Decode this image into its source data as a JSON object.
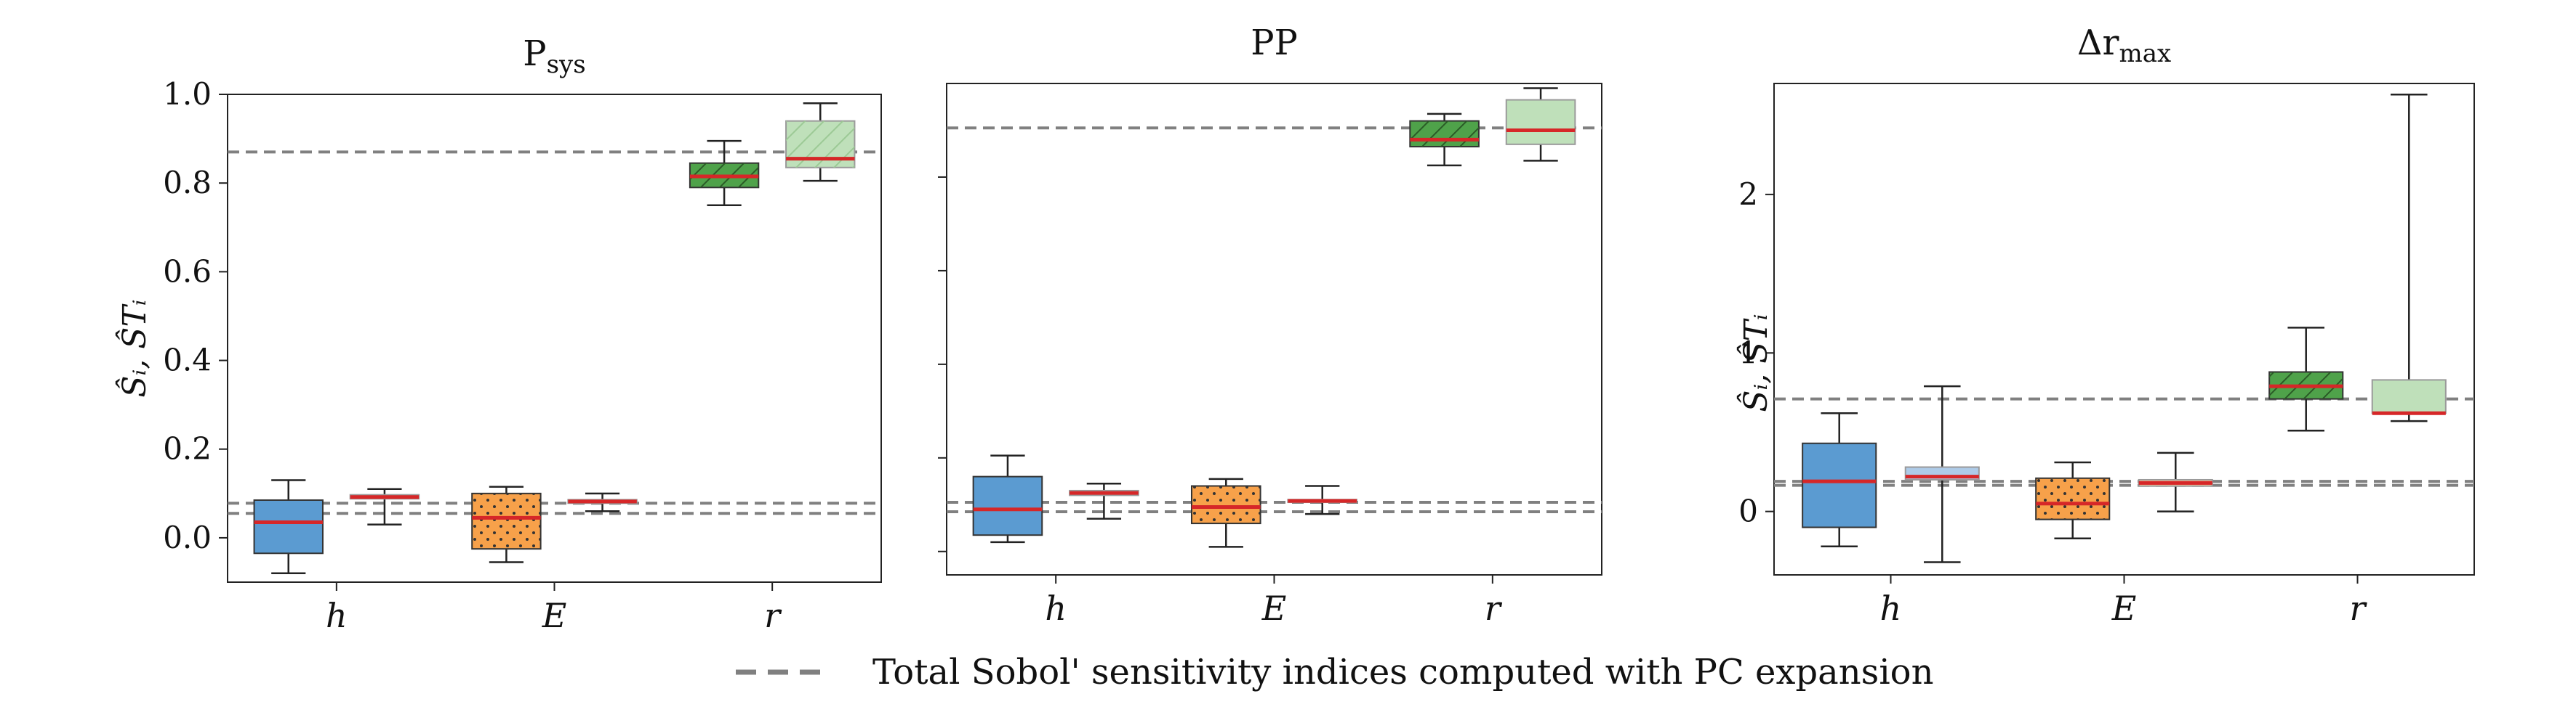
{
  "chart_data": [
    {
      "type": "box",
      "title": "P_sys",
      "title_main": "P",
      "title_sub": "sys",
      "ylabel": "Ŝᵢ, ŜTᵢ",
      "ylim": [
        -0.1,
        1.0
      ],
      "yticks": [
        0.0,
        0.2,
        0.4,
        0.6,
        0.8,
        1.0
      ],
      "yticklabels": [
        "0.0",
        "0.2",
        "0.4",
        "0.6",
        "0.8",
        "1.0"
      ],
      "categories": [
        "h",
        "E",
        "r"
      ],
      "pc_lines": [
        0.87,
        0.078,
        0.055
      ],
      "boxes": [
        {
          "cat": "h",
          "kind": "first",
          "color": "#5b9bd1",
          "hatch": "none",
          "whislo": -0.08,
          "q1": -0.035,
          "med": 0.035,
          "q3": 0.085,
          "whishi": 0.13
        },
        {
          "cat": "h",
          "kind": "total",
          "color": "#aecbe8",
          "whislo": 0.03,
          "q1": 0.088,
          "med": 0.092,
          "q3": 0.097,
          "whishi": 0.11
        },
        {
          "cat": "E",
          "kind": "first",
          "color": "#f7a14a",
          "hatch": "dots",
          "whislo": -0.055,
          "q1": -0.025,
          "med": 0.045,
          "q3": 0.1,
          "whishi": 0.115
        },
        {
          "cat": "E",
          "kind": "total",
          "color": "#f9c79a",
          "whislo": 0.06,
          "q1": 0.078,
          "med": 0.082,
          "q3": 0.086,
          "whishi": 0.1
        },
        {
          "cat": "r",
          "kind": "first",
          "color": "#4fa24a",
          "hatch": "diag",
          "whislo": 0.75,
          "q1": 0.79,
          "med": 0.815,
          "q3": 0.845,
          "whishi": 0.895
        },
        {
          "cat": "r",
          "kind": "total",
          "color": "#bfe0ba",
          "hatch": "diag",
          "whislo": 0.805,
          "q1": 0.835,
          "med": 0.855,
          "q3": 0.94,
          "whishi": 0.98
        }
      ]
    },
    {
      "type": "box",
      "title": "PP",
      "title_main": "PP",
      "title_sub": "",
      "ylabel": "",
      "ylim": [
        -0.05,
        1.0
      ],
      "yticks": [
        0.0,
        0.2,
        0.4,
        0.6,
        0.8
      ],
      "yticklabels": [
        "",
        "",
        "",
        "",
        ""
      ],
      "categories": [
        "h",
        "E",
        "r"
      ],
      "pc_lines": [
        0.905,
        0.105,
        0.085
      ],
      "boxes": [
        {
          "cat": "h",
          "kind": "first",
          "color": "#5b9bd1",
          "hatch": "none",
          "whislo": 0.02,
          "q1": 0.035,
          "med": 0.09,
          "q3": 0.16,
          "whishi": 0.205
        },
        {
          "cat": "h",
          "kind": "total",
          "color": "#aecbe8",
          "whislo": 0.07,
          "q1": 0.12,
          "med": 0.125,
          "q3": 0.13,
          "whishi": 0.145
        },
        {
          "cat": "E",
          "kind": "first",
          "color": "#f7a14a",
          "hatch": "dots",
          "whislo": 0.01,
          "q1": 0.06,
          "med": 0.095,
          "q3": 0.14,
          "whishi": 0.155
        },
        {
          "cat": "E",
          "kind": "total",
          "color": "#f9c79a",
          "whislo": 0.08,
          "q1": 0.105,
          "med": 0.108,
          "q3": 0.111,
          "whishi": 0.14
        },
        {
          "cat": "r",
          "kind": "first",
          "color": "#4fa24a",
          "hatch": "diag",
          "whislo": 0.825,
          "q1": 0.865,
          "med": 0.88,
          "q3": 0.92,
          "whishi": 0.935
        },
        {
          "cat": "r",
          "kind": "total",
          "color": "#bfe0ba",
          "hatch": "none",
          "whislo": 0.835,
          "q1": 0.87,
          "med": 0.9,
          "q3": 0.965,
          "whishi": 0.99
        }
      ]
    },
    {
      "type": "box",
      "title": "Δr_max",
      "title_main": "Δr",
      "title_sub": "max",
      "ylabel": "Ŝᵢ, ŜTᵢ",
      "ylim": [
        -0.4,
        2.7
      ],
      "yticks": [
        0,
        1,
        2
      ],
      "yticklabels": [
        "0",
        "1",
        "2"
      ],
      "categories": [
        "h",
        "E",
        "r"
      ],
      "pc_lines": [
        0.71,
        0.19,
        0.165
      ],
      "boxes": [
        {
          "cat": "h",
          "kind": "first",
          "color": "#5b9bd1",
          "hatch": "none",
          "whislo": -0.22,
          "q1": -0.1,
          "med": 0.19,
          "q3": 0.43,
          "whishi": 0.62
        },
        {
          "cat": "h",
          "kind": "total",
          "color": "#aecbe8",
          "whislo": -0.32,
          "q1": 0.2,
          "med": 0.22,
          "q3": 0.28,
          "whishi": 0.79
        },
        {
          "cat": "E",
          "kind": "first",
          "color": "#f7a14a",
          "hatch": "dots",
          "whislo": -0.17,
          "q1": -0.05,
          "med": 0.05,
          "q3": 0.21,
          "whishi": 0.31
        },
        {
          "cat": "E",
          "kind": "total",
          "color": "#f9c79a",
          "whislo": 0.0,
          "q1": 0.16,
          "med": 0.18,
          "q3": 0.2,
          "whishi": 0.37
        },
        {
          "cat": "r",
          "kind": "first",
          "color": "#4fa24a",
          "hatch": "diag",
          "whislo": 0.51,
          "q1": 0.71,
          "med": 0.79,
          "q3": 0.88,
          "whishi": 1.16
        },
        {
          "cat": "r",
          "kind": "total",
          "color": "#bfe0ba",
          "hatch": "none",
          "whislo": 0.57,
          "q1": 0.62,
          "med": 0.62,
          "q3": 0.83,
          "whishi": 2.63
        }
      ]
    }
  ],
  "legend": {
    "label": "Total Sobol' sensitivity indices computed with PC expansion",
    "placement": "bottom-center",
    "line_style": "dashed",
    "line_color": "#808080"
  },
  "colors": {
    "median": "#d62728",
    "pc_line": "#808080",
    "axis": "#333333"
  }
}
